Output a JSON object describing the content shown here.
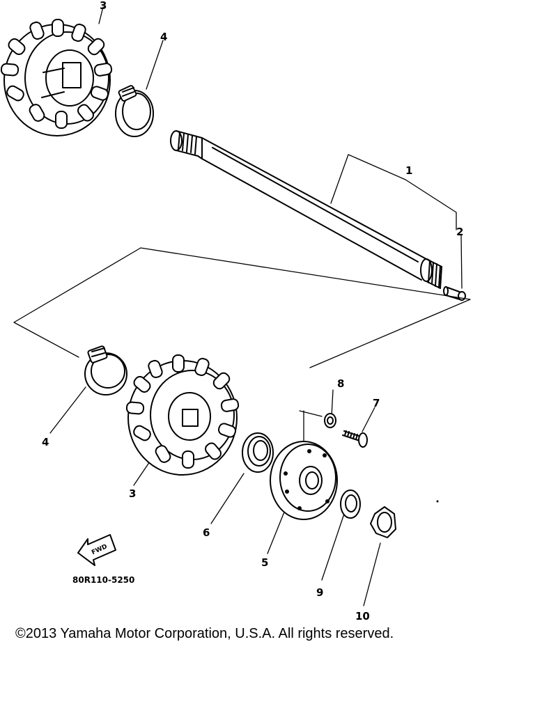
{
  "callouts": {
    "p1": "1",
    "p2": "2",
    "p3_top": "3",
    "p3_bottom": "3",
    "p4_top": "4",
    "p4_bottom": "4",
    "p5": "5",
    "p6": "6",
    "p7": "7",
    "p8": "8",
    "p9": "9",
    "p10": "10"
  },
  "fwd_label": "FWD",
  "diagram_code": "80R110-5250",
  "copyright": "©2013 Yamaha Motor Corporation, U.S.A. All rights reserved."
}
